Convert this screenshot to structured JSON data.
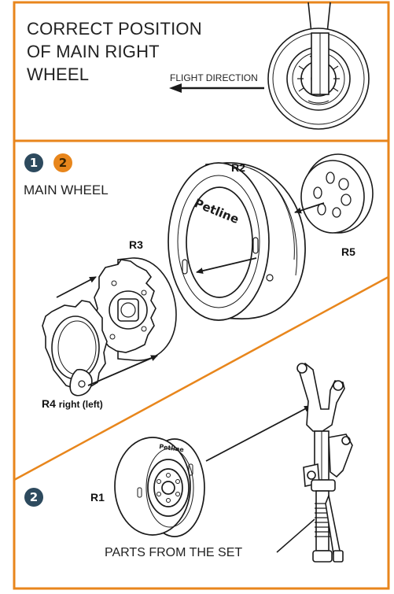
{
  "header": {
    "title": "CORRECT POSITION OF MAIN RIGHT WHEEL",
    "flight_direction": "FLIGHT DIRECTION"
  },
  "step1": {
    "badges": [
      "1",
      "2"
    ],
    "section_title": "MAIN  WHEEL",
    "labels": {
      "r2": "R2",
      "r3": "R3",
      "r5": "R5",
      "r4_prefix": "R4",
      "r4_suffix": "right (left)"
    },
    "tire_text": "Petline"
  },
  "step2": {
    "badge": "2",
    "label_r1": "R1",
    "tire_text": "Petline",
    "caption": "PARTS FROM THE SET"
  },
  "colors": {
    "frame": "#e8861c",
    "badge_dark": "#2d4a5e",
    "badge_orange": "#e8861c",
    "line": "#1a1a1a"
  },
  "icons": [
    "arrow-left-icon",
    "arrow-icon"
  ]
}
